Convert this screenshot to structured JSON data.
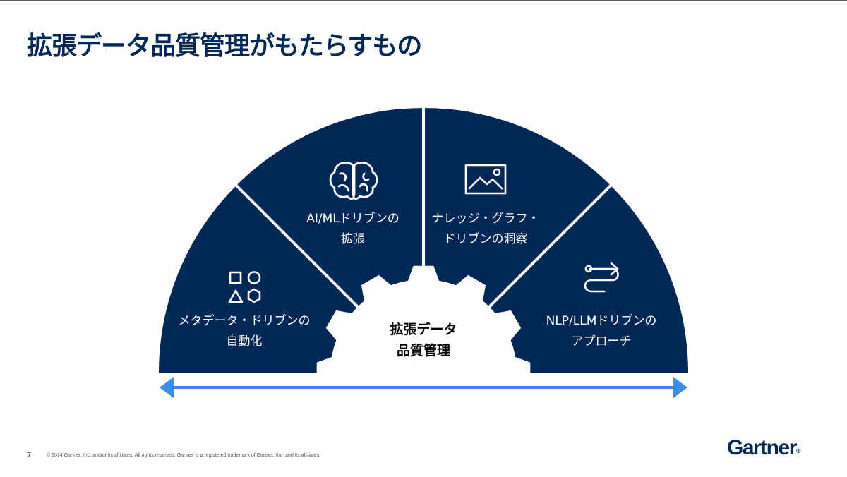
{
  "slide": {
    "title": "拡張データ品質管理がもたらすもの",
    "page_number": "7",
    "copyright": "© 2024 Gartner, Inc. and/or its affiliates. All rights reserved. Gartner is a registered trademark of Gartner, Inc. and its affiliates.",
    "logo": "Gartner",
    "logo_mark": "®"
  },
  "diagram": {
    "center": {
      "line1": "拡張データ",
      "line2": "品質管理"
    },
    "segments": [
      {
        "icon": "shapes-icon",
        "line1": "メタデータ・ドリブンの",
        "line2": "自動化"
      },
      {
        "icon": "brain-icon",
        "line1": "AI/MLドリブンの",
        "line2": "拡張"
      },
      {
        "icon": "image-icon",
        "line1": "ナレッジ・グラフ・",
        "line2": "ドリブンの洞察"
      },
      {
        "icon": "route-icon",
        "line1": "NLP/LLMドリブンの",
        "line2": "アプローチ"
      }
    ]
  },
  "colors": {
    "segment_fill": "#002856",
    "divider": "#ffffff",
    "arrow": "#3b8fe8",
    "title": "#002856"
  }
}
